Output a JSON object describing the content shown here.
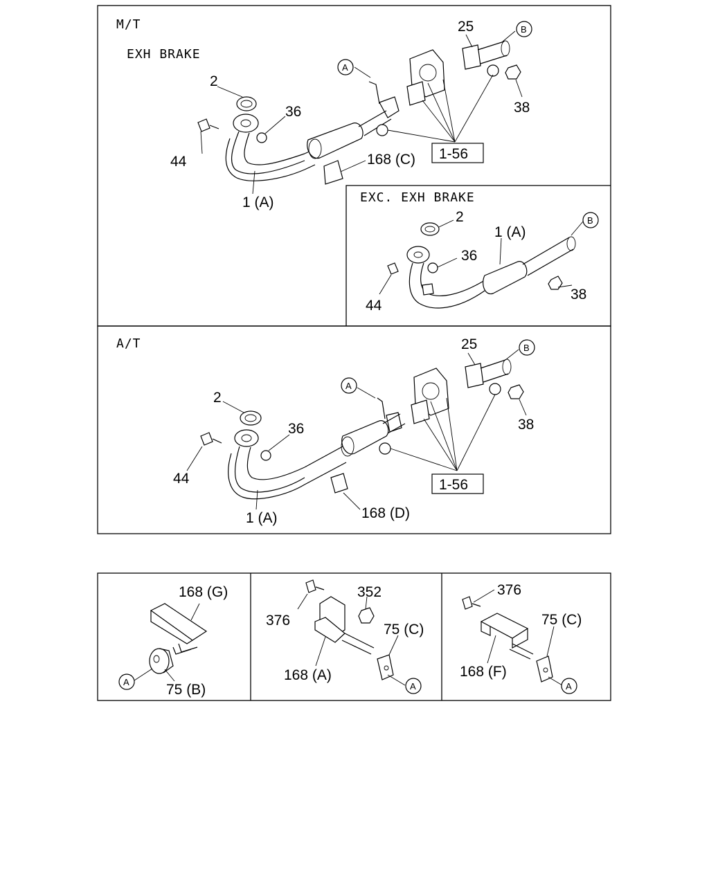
{
  "sections": {
    "mt": "M/T",
    "exh_brake": "EXH BRAKE",
    "exc_exh_brake": "EXC. EXH BRAKE",
    "at": "A/T"
  },
  "markers": {
    "a": "A",
    "b": "B"
  },
  "labels": {
    "p1a": "1 (A)",
    "p2": "2",
    "p25": "25",
    "p36": "36",
    "p38": "38",
    "p44": "44",
    "p168a": "168 (A)",
    "p168c": "168 (C)",
    "p168d": "168 (D)",
    "p168f": "168 (F)",
    "p168g": "168 (G)",
    "p75b": "75 (B)",
    "p75c": "75 (C)",
    "p352": "352",
    "p376": "376",
    "ref156": "1-56"
  }
}
